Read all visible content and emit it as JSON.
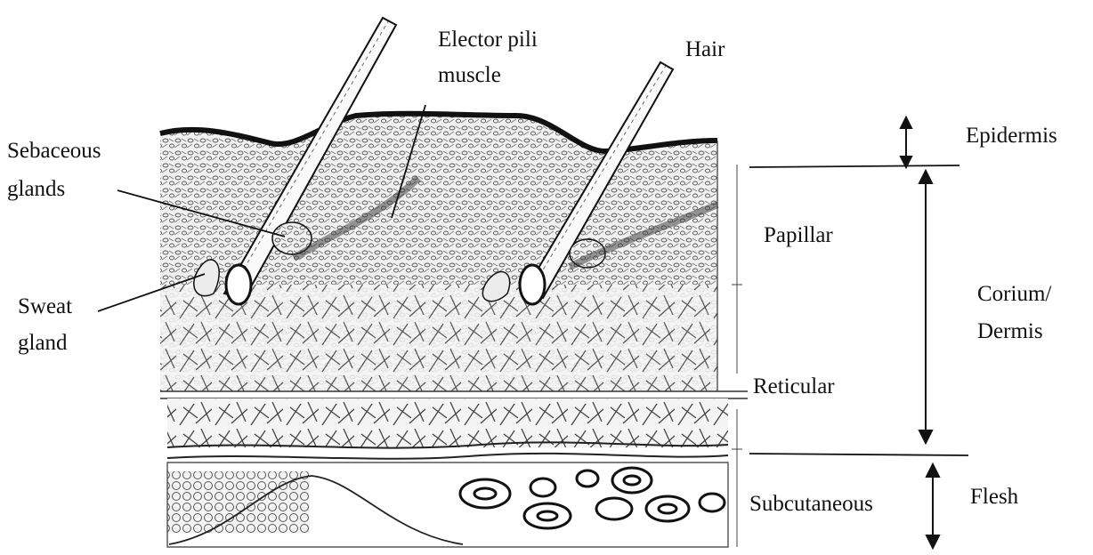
{
  "labels": {
    "elector_pili_line1": "Elector pili",
    "elector_pili_line2": "muscle",
    "hair": "Hair",
    "sebaceous_line1": "Sebaceous",
    "sebaceous_line2": "glands",
    "sweat_line1": "Sweat",
    "sweat_line2": "gland",
    "epidermis": "Epidermis",
    "papillar": "Papillar",
    "corium_line1": "Corium/",
    "corium_line2": "Dermis",
    "reticular": "Reticular",
    "subcutaneous": "Subcutaneous",
    "flesh": "Flesh"
  },
  "colors": {
    "ink": "#111111",
    "tissue": "#c9c9c9",
    "background": "#ffffff"
  }
}
